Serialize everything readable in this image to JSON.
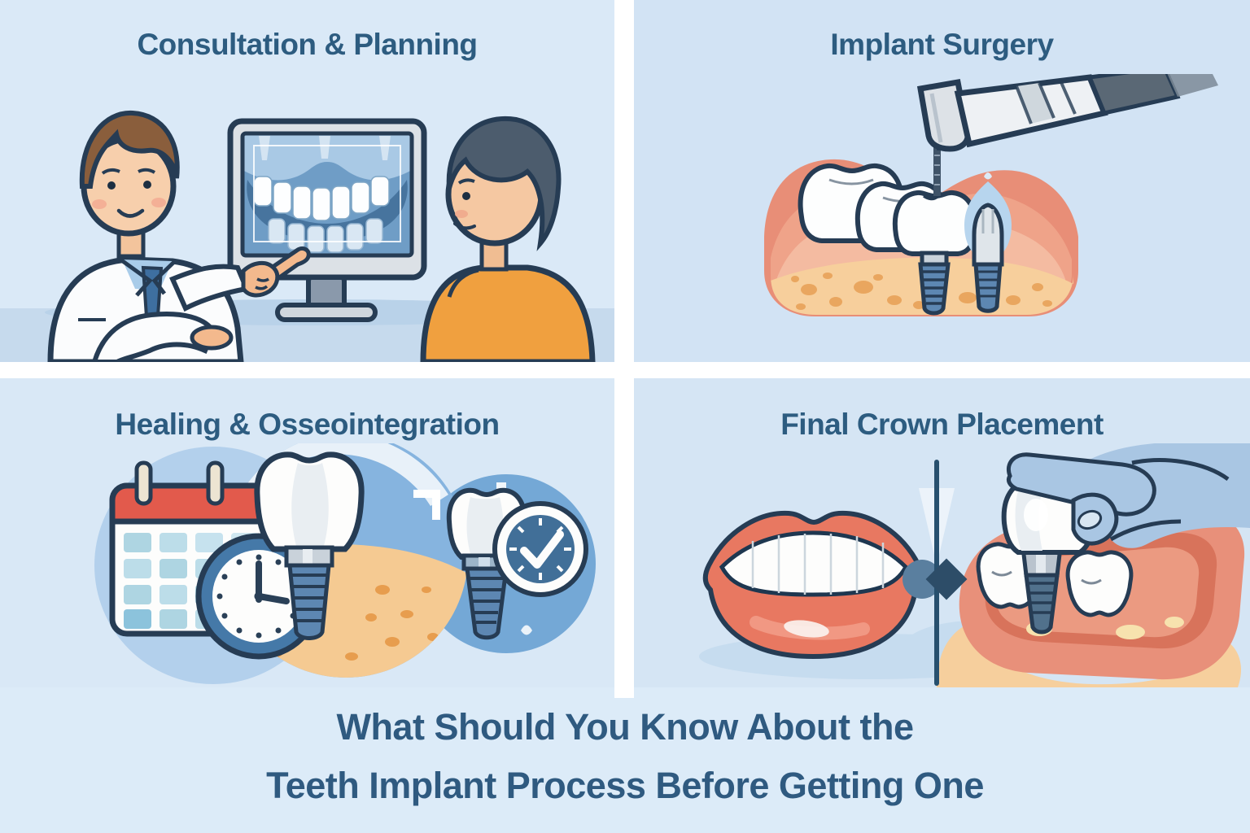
{
  "infographic": {
    "caption": {
      "line1": "What Should You Know About the",
      "line2": "Teeth Implant Process Before Getting One"
    },
    "panels": [
      {
        "id": "consultation-planning",
        "title": "Consultation & Planning",
        "scene": "Dentist pointing at a dental X-ray on a monitor while a patient watches",
        "icons": [
          "doctor-figure",
          "monitor-icon",
          "xray-teeth-icon",
          "patient-figure",
          "desk-surface"
        ]
      },
      {
        "id": "implant-surgery",
        "title": "Implant Surgery",
        "scene": "Cross-section of the jaw with a dental drill driving an implant beside natural teeth",
        "icons": [
          "jaw-cross-section-icon",
          "dental-drill-icon",
          "implant-crown-icon",
          "healing-implant-icon"
        ]
      },
      {
        "id": "healing-osseointegration",
        "title": "Healing & Osseointegration",
        "scene": "Calendar and clock beside an implant fusing with bone and a healed implant with a check clock",
        "icons": [
          "calendar-icon",
          "clock-icon",
          "tooth-implant-icon",
          "arrow-down-icon",
          "check-clock-icon"
        ]
      },
      {
        "id": "final-crown-placement",
        "title": "Final Crown Placement",
        "scene": "Smiling mouth beside a gloved hand placing the final crown onto an implant",
        "icons": [
          "smile-icon",
          "transition-diamond-icon",
          "crown-icon",
          "gloved-hand-icon",
          "implant-site-icon"
        ]
      }
    ],
    "colors": {
      "background": "#d8e7f5",
      "divider": "#ffffff",
      "title_text": "#2d5c80",
      "caption_text": "#2f5a80",
      "outline_navy": "#263c54",
      "coral_gum": "#e8907a",
      "bone_tan": "#f6cf9d",
      "bone_spot": "#e9a65f",
      "steel_blue_implant": "#5d87b2",
      "calendar_red": "#e25a4c",
      "check_orange": "#e8823c",
      "clock_rim_blue": "#4579a8",
      "circle_blue": "#74a8d6",
      "glove_blue": "#a9c6e3",
      "lips_coral": "#e87861",
      "shirt_orange": "#f0a03f",
      "skin": "#f6c9a4",
      "screen_blue": "#6f9dc6"
    }
  }
}
